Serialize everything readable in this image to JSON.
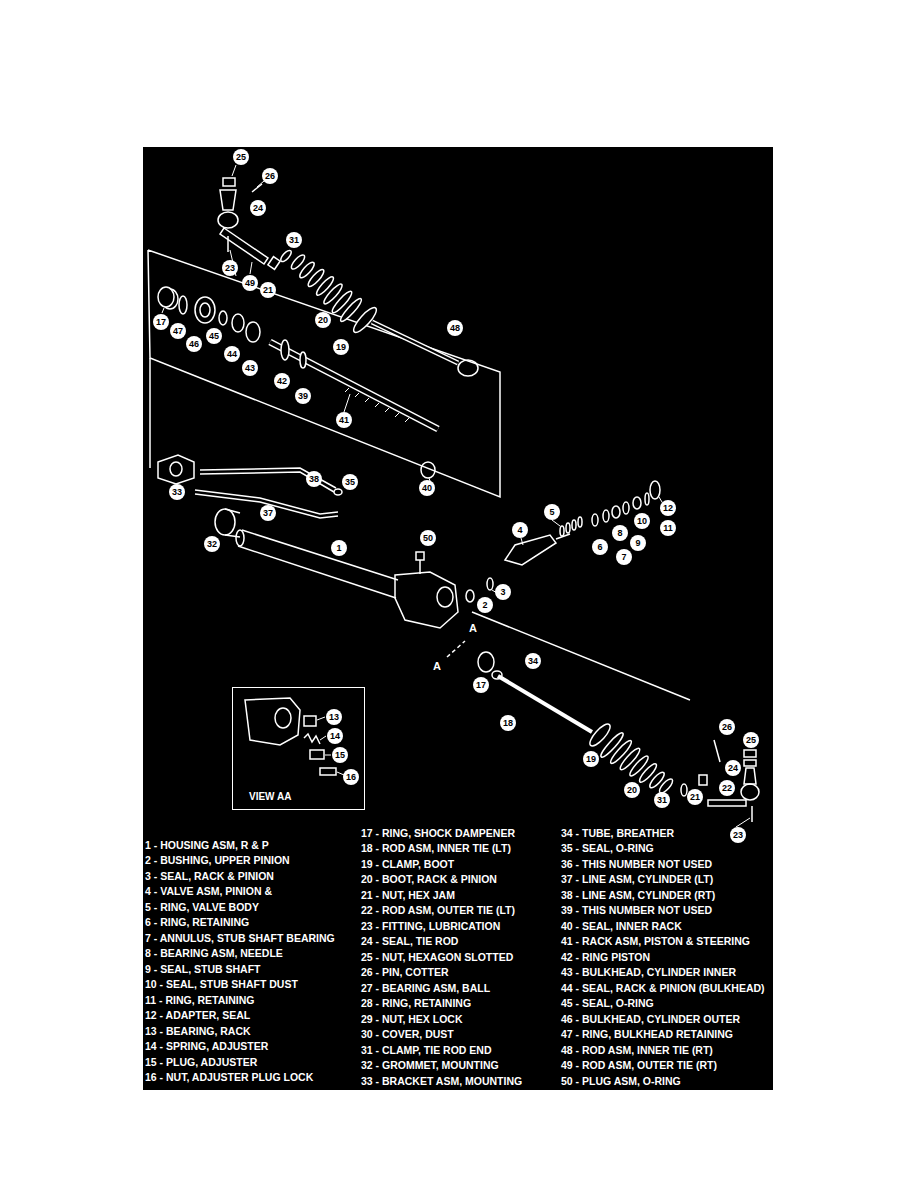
{
  "diagram": {
    "nodes": [
      {
        "text": [
          "25"
        ]
      },
      {
        "text": [
          "26"
        ]
      },
      {
        "text": [
          "24"
        ]
      },
      {
        "text": [
          "31"
        ]
      },
      {
        "text": [
          "23"
        ]
      },
      {
        "text": [
          "49"
        ]
      },
      {
        "text": [
          "21"
        ]
      },
      {
        "text": [
          "20"
        ]
      },
      {
        "text": [
          "17"
        ]
      },
      {
        "text": [
          "47"
        ]
      },
      {
        "text": [
          "48"
        ]
      },
      {
        "text": [
          "19"
        ]
      },
      {
        "text": [
          "46"
        ]
      },
      {
        "text": [
          "45"
        ]
      },
      {
        "text": [
          "44"
        ]
      },
      {
        "text": [
          "43"
        ]
      },
      {
        "text": [
          "42"
        ]
      },
      {
        "text": [
          "39"
        ]
      },
      {
        "text": [
          "41"
        ]
      },
      {
        "text": [
          "38"
        ]
      },
      {
        "text": [
          "35"
        ]
      },
      {
        "text": [
          "40"
        ]
      },
      {
        "text": [
          "33"
        ]
      },
      {
        "text": [
          "37"
        ]
      },
      {
        "text": [
          "12"
        ]
      },
      {
        "text": [
          "5"
        ]
      },
      {
        "text": [
          "10"
        ]
      },
      {
        "text": [
          "11"
        ]
      },
      {
        "text": [
          "4"
        ]
      },
      {
        "text": [
          "8"
        ]
      },
      {
        "text": [
          "9"
        ]
      },
      {
        "text": [
          "6"
        ]
      },
      {
        "text": [
          "7"
        ]
      },
      {
        "text": [
          "32"
        ]
      },
      {
        "text": [
          "50"
        ]
      },
      {
        "text": [
          "1"
        ]
      },
      {
        "text": [
          "3"
        ]
      },
      {
        "text": [
          "2"
        ]
      },
      {
        "text": [
          "34"
        ]
      },
      {
        "text": [
          "17"
        ]
      },
      {
        "text": [
          "VIEW AA"
        ]
      },
      {
        "text": [
          "13"
        ],
        "in": 40
      },
      {
        "text": [
          "14"
        ],
        "in": 40
      },
      {
        "text": [
          "15"
        ],
        "in": 40
      },
      {
        "text": [
          "16"
        ],
        "in": 40
      },
      {
        "text": [
          "18"
        ]
      },
      {
        "text": [
          "26"
        ]
      },
      {
        "text": [
          "19"
        ]
      },
      {
        "text": [
          "25"
        ]
      },
      {
        "text": [
          "20"
        ]
      },
      {
        "text": [
          "24"
        ]
      },
      {
        "text": [
          "22"
        ]
      },
      {
        "text": [
          "31"
        ]
      },
      {
        "text": [
          "21"
        ]
      },
      {
        "text": [
          "23"
        ]
      }
    ],
    "labels": [
      "A",
      "A",
      "1 - HOUSING ASM, R & P",
      "2 - BUSHING, UPPER PINION",
      "3 - SEAL, RACK & PINION",
      "4 - VALVE ASM, PINION &",
      "5 - RING, VALVE BODY",
      "6 - RING, RETAINING",
      "7 - ANNULUS, STUB SHAFT BEARING",
      "8 - BEARING ASM, NEEDLE",
      "9 - SEAL, STUB SHAFT",
      "10 - SEAL, STUB SHAFT DUST",
      "11 - RING, RETAINING",
      "12 - ADAPTER, SEAL",
      "13 - BEARING, RACK",
      "14 - SPRING, ADJUSTER",
      "15 - PLUG, ADJUSTER",
      "16 - NUT, ADJUSTER PLUG LOCK",
      "17 - RING, SHOCK DAMPENER",
      "18 - ROD ASM, INNER TIE (LT)",
      "19 - CLAMP, BOOT",
      "20 - BOOT, RACK & PINION",
      "21 - NUT, HEX JAM",
      "22 - ROD ASM, OUTER TIE (LT)",
      "23 - FITTING, LUBRICATION",
      "24 - SEAL, TIE ROD",
      "25 - NUT, HEXAGON SLOTTED",
      "26 - PIN, COTTER",
      "27 - BEARING ASM, BALL",
      "28 - RING, RETAINING",
      "29 - NUT, HEX LOCK",
      "30 - COVER, DUST",
      "31 - CLAMP, TIE ROD END",
      "32 - GROMMET, MOUNTING",
      "33 - BRACKET ASM, MOUNTING",
      "34 - TUBE, BREATHER",
      "35 - SEAL, O-RING",
      "36 - THIS NUMBER NOT USED",
      "37 - LINE ASM, CYLINDER (LT)",
      "38 - LINE ASM, CYLINDER (RT)",
      "39 - THIS NUMBER NOT USED",
      "40 - SEAL, INNER RACK",
      "41 - RACK ASM, PISTON & STEERING",
      "42 - RING PISTON",
      "43 - BULKHEAD, CYLINDER INNER",
      "44 - SEAL, RACK & PINION (BULKHEAD)",
      "45 - SEAL, O-RING",
      "46 - BULKHEAD, CYLINDER OUTER",
      "47 - RING, BULKHEAD RETAINING",
      "48 - ROD ASM, INNER TIE (RT)",
      "49 - ROD ASM, OUTER TIE (RT)",
      "50 - PLUG ASM, O-RING"
    ]
  }
}
